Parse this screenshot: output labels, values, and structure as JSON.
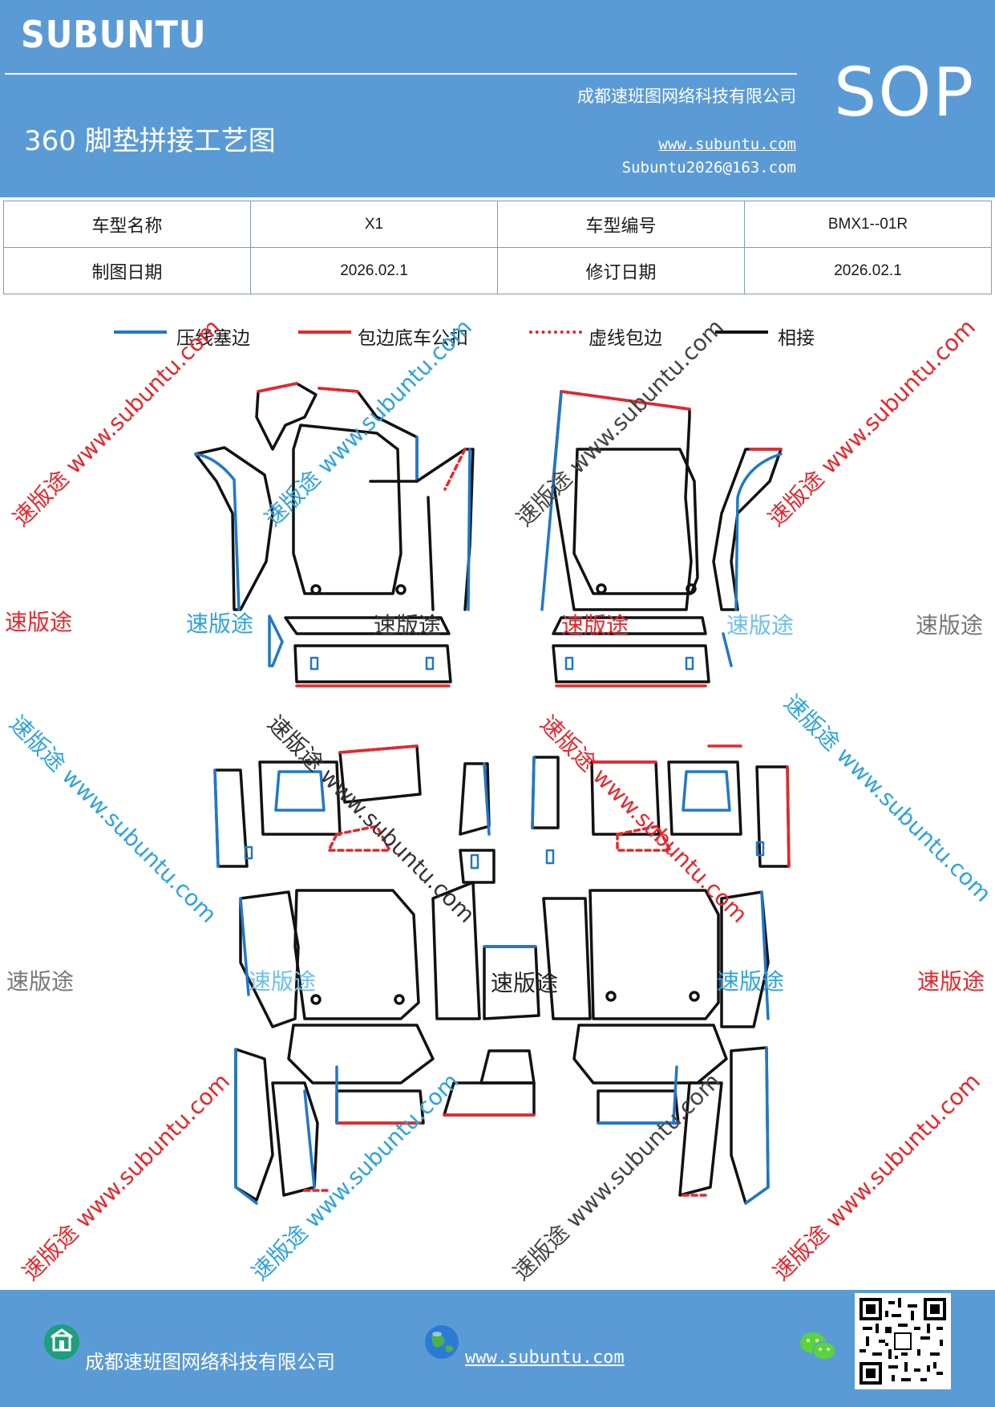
{
  "header": {
    "brand": "SUBUNTU",
    "company": "成都速班图网络科技有限公司",
    "title": "360 脚垫拼接工艺图",
    "website": "www.subuntu.com",
    "email": "Subuntu2026@163.com",
    "badge": "SOP"
  },
  "info_table": {
    "rows": [
      [
        {
          "label": "车型名称"
        },
        {
          "value": "X1"
        },
        {
          "label": "车型编号"
        },
        {
          "value": "BMX1--01R"
        }
      ],
      [
        {
          "label": "制图日期"
        },
        {
          "value": "2026.02.1"
        },
        {
          "label": "修订日期"
        },
        {
          "value": "2026.02.1"
        }
      ]
    ],
    "model_name_label": "车型名称",
    "model_name": "X1",
    "model_code_label": "车型编号",
    "model_code": "BMX1--01R",
    "draw_date_label": "制图日期",
    "draw_date": "2026.02.1",
    "revise_date_label": "修订日期",
    "revise_date": "2026.02.1"
  },
  "legend": {
    "pressed_edge": "压线塞边",
    "binding_buckle": "包边底车公扣",
    "dashed_binding": "虚线包边",
    "joined": "相接"
  },
  "colors": {
    "header_bg": "#5b9bd5",
    "pressed_edge": "#1f78c8",
    "binding_buckle": "#e8262b",
    "joined": "#111111"
  },
  "watermarks": {
    "brand_cn": "速版途",
    "site": "www.subuntu.com"
  },
  "footer": {
    "company": "成都速班图网络科技有限公司",
    "website": "www.subuntu.com"
  }
}
